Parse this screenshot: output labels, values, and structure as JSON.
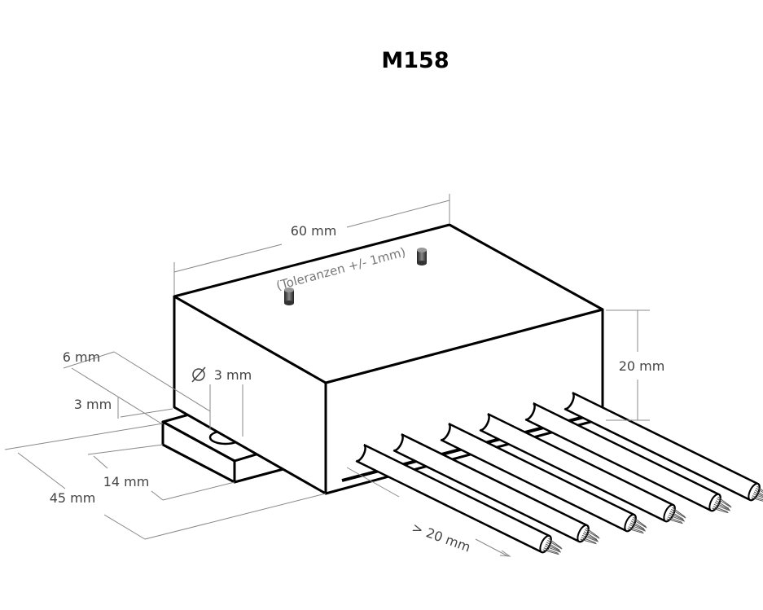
{
  "title": "M158",
  "dimensions": {
    "length": "60 mm",
    "tolerance": "(Toleranzen +/- 1mm)",
    "height": "20 mm",
    "tab_width": "6 mm",
    "tab_thickness": "3 mm",
    "hole": "3 mm",
    "tab_depth": "14 mm",
    "depth": "45 mm",
    "wire_length": "> 20 mm"
  },
  "wire_count": 6
}
